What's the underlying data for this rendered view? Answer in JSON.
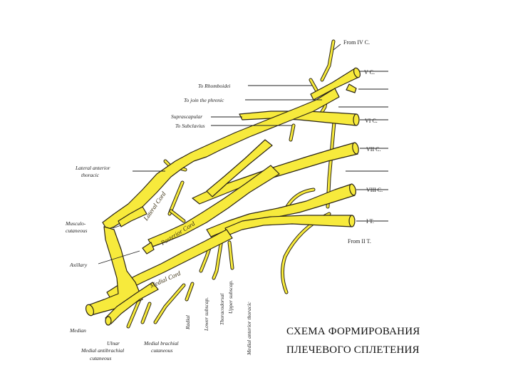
{
  "labels": {
    "from_iv": "From IV C.",
    "vc": "V C.",
    "vic": "VI C.",
    "viic": "VII C.",
    "viiic": "VIII C.",
    "it": "I T.",
    "from_iit": "From II T.",
    "rhomboidei": "To Rhomboidei",
    "phrenic": "To join the phrenic",
    "suprascapular": "Suprascapular",
    "subclavius": "To Subclavius",
    "lat_ant_thoracic_1": "Lateral anterior",
    "lat_ant_thoracic_2": "thoracic",
    "musculocut_1": "Musculo-",
    "musculocut_2": "cutaneous",
    "axillary": "Axillary",
    "median": "Median",
    "ulnar": "Ulnar",
    "med_antibrachial_1": "Medial antibrachial",
    "med_antibrachial_2": "cutaneous",
    "med_brachial_1": "Medial brachial",
    "med_brachial_2": "cutaneous",
    "radial": "Radial",
    "lower_subscap": "Lower subscap.",
    "thoracodorsal": "Thoracodorsal",
    "upper_subscap": "Upper subscap.",
    "med_ant_thoracic": "Medial anterior thoracic",
    "lateral_cord": "Lateral Cord",
    "posterior_cord": "Posterior Cord",
    "medial_cord": "Medial Cord"
  },
  "caption": {
    "line1": "СХЕМА ФОРМИРОВАНИЯ",
    "line2": "ПЛЕЧЕВОГО СПЛЕТЕНИЯ"
  },
  "colors": {
    "nerve": "#f7ea3c",
    "outline": "#2a2414"
  }
}
